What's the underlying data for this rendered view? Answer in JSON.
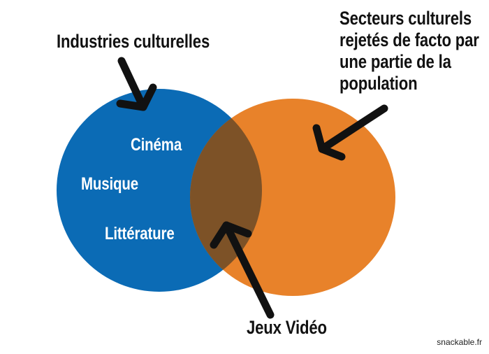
{
  "diagram": {
    "left_set": {
      "label": "Industries culturelles",
      "color": "#0b6bb5",
      "items": [
        "Cinéma",
        "Musique",
        "Littérature"
      ]
    },
    "right_set": {
      "label_lines": [
        "Secteurs culturels",
        "rejetés de facto par",
        "une partie de la",
        "population"
      ],
      "color": "#e8822a"
    },
    "intersection": {
      "label": "Jeux Vidéo",
      "color": "#7d5227"
    },
    "arrow_color": "#111111",
    "credit": "snackable.fr"
  }
}
